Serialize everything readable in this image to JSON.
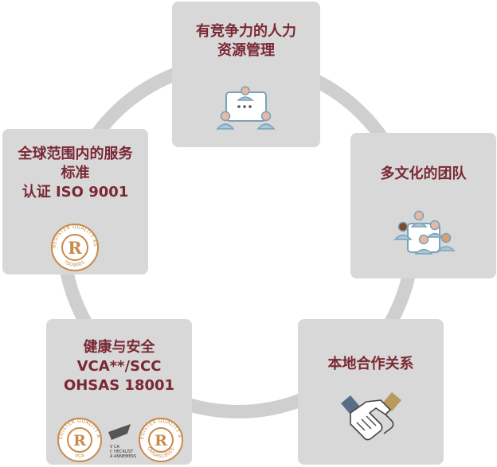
{
  "cards": {
    "hr": {
      "lines": [
        "有竞争力的人力",
        "资源管理"
      ],
      "icon": "team-meeting-icon"
    },
    "culture": {
      "lines": [
        "多文化的团队"
      ],
      "icon": "diverse-team-icon"
    },
    "partnership": {
      "lines": [
        "本地合作关系"
      ],
      "icon": "handshake-icon"
    },
    "health": {
      "lines": [
        "健康与安全",
        "VCA**/SCC",
        "OHSAS 18001"
      ],
      "icon": "certification-seals-icon"
    },
    "service": {
      "lines": [
        "全球范围内的服务",
        "标准",
        "认证 ISO 9001"
      ],
      "icon": "iso-seal-icon"
    }
  },
  "seals": {
    "iso": {
      "arc_top": "LLOYD'S REGISTER QUALITY ASSURANCE",
      "arc_bottom": "ISO9001"
    },
    "vca": {
      "arc_top": "LLOYD'S REGISTER QUALITY ASSURANCE",
      "arc_bottom": "VCA"
    },
    "ohsas": {
      "arc_top": "LLOYD'S REGISTER QUALITY ASSURANCE",
      "arc_bottom": "OHSAS18001"
    },
    "vca_badge_text": [
      "V CA",
      "C HECKLIST",
      "A ANNEMERS"
    ]
  },
  "colors": {
    "title": "#7a2834",
    "card": "#d8d8d8",
    "ring": "#cfcfcf",
    "seal": "#c98a4b"
  }
}
